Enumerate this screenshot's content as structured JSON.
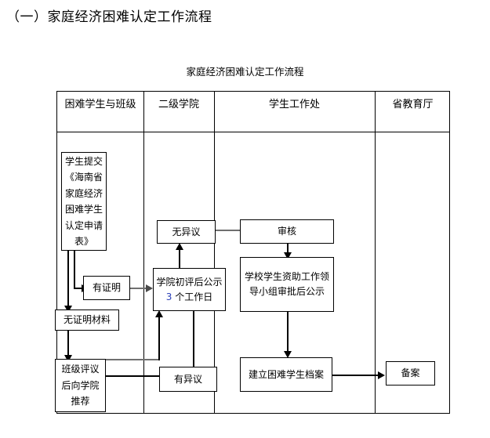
{
  "document": {
    "heading": "（一）家庭经济困难认定工作流程",
    "chart_title": "家庭经济困难认定工作流程"
  },
  "chart_data": {
    "type": "diagram",
    "title": "家庭经济困难认定工作流程",
    "lanes": [
      {
        "id": "lane-student",
        "label": "困难学生与班级"
      },
      {
        "id": "lane-college",
        "label": "二级学院"
      },
      {
        "id": "lane-affairs",
        "label": "学生工作处"
      },
      {
        "id": "lane-province",
        "label": "省教育厅"
      }
    ],
    "nodes": [
      {
        "id": "apply",
        "lane": "lane-student",
        "label": "学生提交《海南省家庭经济困难学生认定申请表》"
      },
      {
        "id": "proof",
        "lane": "lane-student",
        "label": "有证明"
      },
      {
        "id": "noproof",
        "lane": "lane-student",
        "label": "无证明材料"
      },
      {
        "id": "class",
        "lane": "lane-student",
        "label": "班级评议后向学院推荐"
      },
      {
        "id": "noobj",
        "lane": "lane-college",
        "label": "无异议"
      },
      {
        "id": "review3",
        "lane": "lane-college",
        "label_pre": "学院初评后公示 ",
        "label_num": "3",
        "label_post": " 个工作日",
        "label": "学院初评后公示 3 个工作日"
      },
      {
        "id": "hasobj",
        "lane": "lane-college",
        "label": "有异议"
      },
      {
        "id": "audit",
        "lane": "lane-affairs",
        "label": "审核"
      },
      {
        "id": "approve",
        "lane": "lane-affairs",
        "label": "学校学生资助工作领导小组审批后公示"
      },
      {
        "id": "archive",
        "lane": "lane-affairs",
        "label": "建立困难学生档案"
      },
      {
        "id": "record",
        "lane": "lane-province",
        "label": "备案"
      }
    ],
    "edges": [
      {
        "from": "apply",
        "to": "proof"
      },
      {
        "from": "apply",
        "to": "noproof"
      },
      {
        "from": "proof",
        "to": "review3"
      },
      {
        "from": "noproof",
        "to": "class"
      },
      {
        "from": "class",
        "to": "review3"
      },
      {
        "from": "review3",
        "to": "noobj"
      },
      {
        "from": "review3",
        "to": "hasobj"
      },
      {
        "from": "hasobj",
        "to": "class"
      },
      {
        "from": "noobj",
        "to": "audit"
      },
      {
        "from": "audit",
        "to": "approve"
      },
      {
        "from": "approve",
        "to": "archive"
      },
      {
        "from": "archive",
        "to": "record"
      }
    ],
    "colors": {
      "line": "#000000",
      "line_soft": "#6f6f6f",
      "box_border": "#000000",
      "background": "#ffffff"
    }
  }
}
